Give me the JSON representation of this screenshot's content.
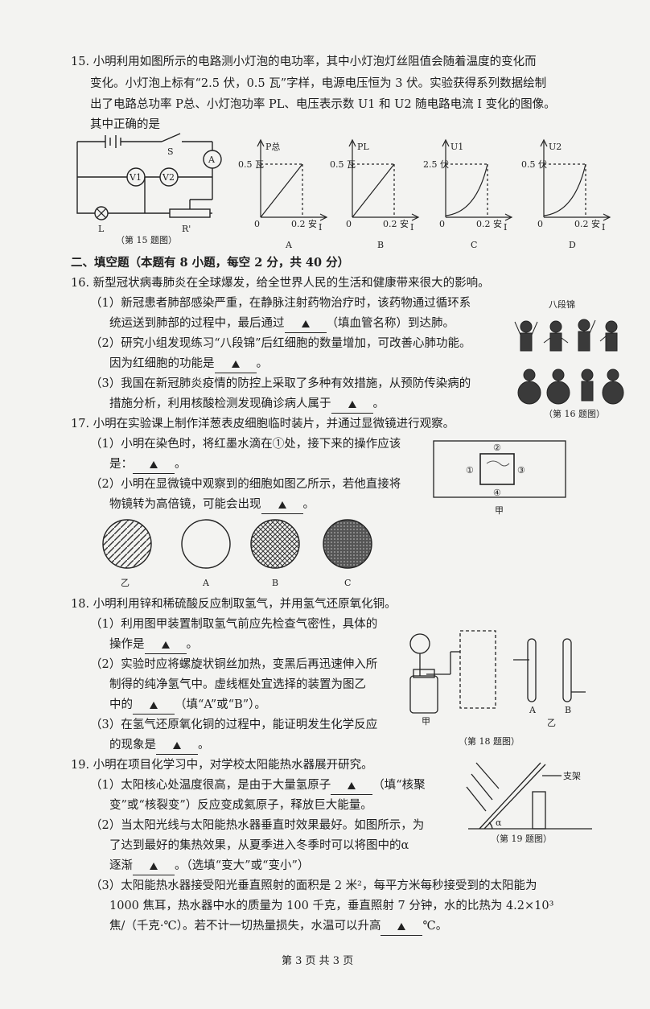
{
  "q15": {
    "lines": [
      "15. 小明利用如图所示的电路测小灯泡的电功率，其中小灯泡灯丝阻值会随着温度的变化而",
      "变化。小灯泡上标有“2.5 伏，0.5 瓦”字样，电源电压恒为 3 伏。实验获得系列数据绘制",
      "出了电路总功率 P总、小灯泡功率 PL、电压表示数 U1 和 U2 随电路电流 I 变化的图像。",
      "其中正确的是"
    ],
    "circuit": {
      "switch": "S",
      "ammeter": "A",
      "v1": "V1",
      "v2": "V2",
      "lamp": "L",
      "rheostat": "R'",
      "caption": "（第 15 题图）"
    },
    "graphs": [
      {
        "option": "A",
        "ylabel": "P总",
        "ytick": "0.5 瓦",
        "xtick": "0.2 安",
        "xlabel": "I",
        "origin": "0",
        "shape": "line"
      },
      {
        "option": "B",
        "ylabel": "PL",
        "ytick": "0.5 瓦",
        "xtick": "0.2 安",
        "xlabel": "I",
        "origin": "0",
        "shape": "line"
      },
      {
        "option": "C",
        "ylabel": "U1",
        "ytick": "2.5 伏",
        "xtick": "0.2 安",
        "xlabel": "I",
        "origin": "0",
        "shape": "curve"
      },
      {
        "option": "D",
        "ylabel": "U2",
        "ytick": "0.5 伏",
        "xtick": "0.2 安",
        "xlabel": "I",
        "origin": "0",
        "shape": "curve"
      }
    ]
  },
  "section2": "二、填空题（本题有 8 小题，每空 2 分，共 40 分）",
  "q16": {
    "stem": "16. 新型冠状病毒肺炎在全球爆发，给全世界人民的生活和健康带来很大的影响。",
    "p1a": "（1）新冠患者肺部感染严重，在静脉注射药物治疗时，该药物通过循环系",
    "p1b_pre": "统运送到肺部的过程中，最后通过",
    "p1b_post": "（填血管名称）到达肺。",
    "p2a": "（2）研究小组发现练习“八段锦”后红细胞的数量增加，可改善心肺功能。",
    "p2b_pre": "因为红细胞的功能是",
    "p2b_post": "。",
    "p3a": "（3）我国在新冠肺炎疫情的防控上采取了多种有效措施，从预防传染病的",
    "p3b_pre": "措施分析，利用核酸检测发现确诊病人属于",
    "p3b_post": "。",
    "fig_title": "八段锦",
    "caption": "（第 16 题图）"
  },
  "q17": {
    "stem": "17. 小明在实验课上制作洋葱表皮细胞临时装片，并通过显微镜进行观察。",
    "p1a": "（1）小明在染色时，将红墨水滴在①处，接下来的操作应该",
    "p1b_pre": "是：",
    "p1b_post": "。",
    "p2a": "（2）小明在显微镜中观察到的细胞如图乙所示，若他直接将",
    "p2b_pre": "物镜转为高倍镜，可能会出现",
    "p2b_post": "。",
    "slide": {
      "n1": "①",
      "n2": "②",
      "n3": "③",
      "n4": "④",
      "label": "甲"
    },
    "circles": [
      "乙",
      "A",
      "B",
      "C"
    ]
  },
  "q18": {
    "stem": "18. 小明利用锌和稀硫酸反应制取氢气，并用氢气还原氧化铜。",
    "p1a": "（1）利用图甲装置制取氢气前应先检查气密性，具体的",
    "p1b_pre": "操作是",
    "p1b_post": "。",
    "p2a": "（2）实验时应将螺旋状铜丝加热，变黑后再迅速伸入所",
    "p2b": "制得的纯净氢气中。虚线框处宜选择的装置为图乙",
    "p2c_pre": "中的",
    "p2c_post": "（填“A”或“B”）。",
    "p3a": "（3）在氢气还原氧化铜的过程中，能证明发生化学反应",
    "p3b_pre": "的现象是",
    "p3b_post": "。",
    "fig": {
      "jia": "甲",
      "a": "A",
      "b": "B",
      "yi": "乙"
    },
    "caption": "（第 18 题图）"
  },
  "q19": {
    "stem": "19. 小明在项目化学习中，对学校太阳能热水器展开研究。",
    "p1a_pre": "（1）太阳核心处温度很高，是由于大量氢原子",
    "p1a_post": "（填“核聚",
    "p1b": "变”或“核裂变”）反应变成氦原子，释放巨大能量。",
    "p2a": "（2）当太阳光线与太阳能热水器垂直时效果最好。如图所示，为",
    "p2b": "了达到最好的集热效果，从夏季进入冬季时可以将图中的α",
    "p2c_pre": "逐渐",
    "p2c_post": "。（选填“变大”或“变小”）",
    "p3a": "（3）太阳能热水器接受阳光垂直照射的面积是 2 米²，每平方米每秒接受到的太阳能为",
    "p3b": "1000 焦耳，热水器中水的质量为 100 千克，垂直照射 7 分钟，水的比热为 4.2×10³",
    "p3c_pre": "焦/（千克·℃）。若不计一切热量损失，水温可以升高",
    "p3c_post": "℃。",
    "fig": {
      "support": "支架",
      "alpha": "α"
    },
    "caption": "（第 19 题图）"
  },
  "footer": "第 3 页 共 3 页"
}
